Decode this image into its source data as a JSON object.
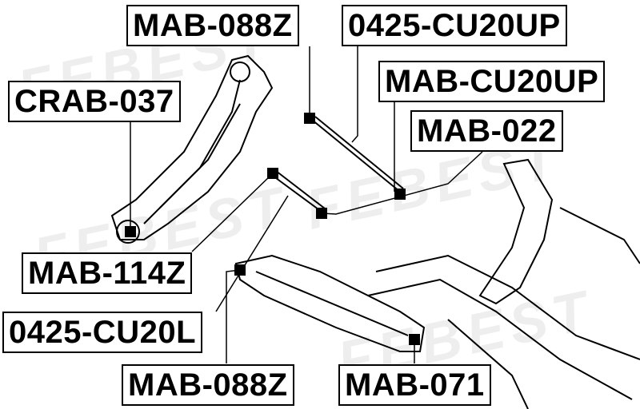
{
  "watermark": "FEBEST",
  "labels": {
    "mab_088z_top": "MAB-088Z",
    "cu20up": "0425-CU20UP",
    "crab_037": "CRAB-037",
    "mab_cu20up": "MAB-CU20UP",
    "mab_022": "MAB-022",
    "mab_114z": "MAB-114Z",
    "cu20l": "0425-CU20L",
    "mab_088z_bottom": "MAB-088Z",
    "mab_071": "MAB-071"
  }
}
